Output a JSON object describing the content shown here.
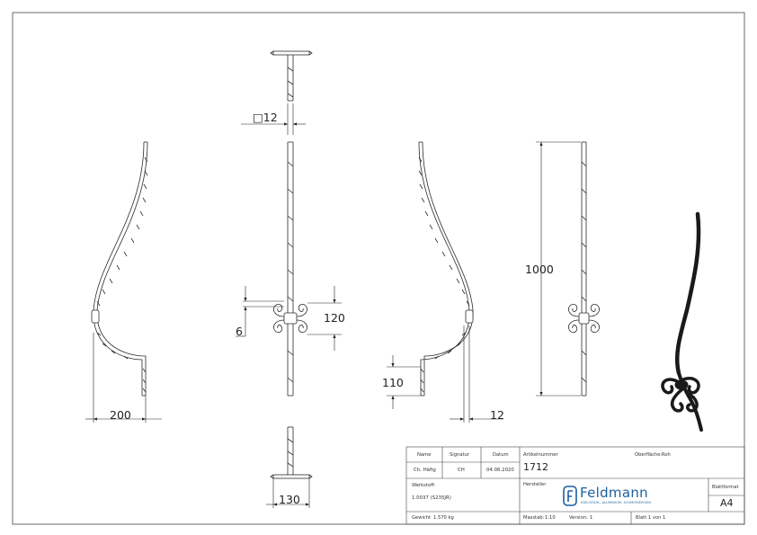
{
  "dimensions": {
    "d12_square": "□12",
    "d1000": "1000",
    "d200": "200",
    "d130": "130",
    "d120": "120",
    "d6": "6",
    "d110": "110",
    "d12": "12"
  },
  "title_block": {
    "col_name": "Name",
    "col_signatur": "Signatur",
    "col_datum": "Datum",
    "name_value": "Ch. Häfig",
    "signatur_value": "CH",
    "datum_value": "04.06.2020",
    "artikelnummer_label": "Artikelnummer",
    "artikelnummer_value": "1712",
    "oberflaeche_label": "Oberfläche:",
    "oberflaeche_value": "Roh",
    "werkstoff_label": "Werkstoff:",
    "werkstoff_value": "1.0037 (S235JR)",
    "hersteller_label": "Hersteller",
    "gewicht_label": "Gewicht",
    "gewicht_value": "1.570 kg",
    "massstab_label": "Masstab:",
    "massstab_value": "1:10",
    "version_label": "Version:",
    "version_value": "1",
    "blatt_text": "Blatt 1 von 1",
    "blattformat_label": "Blattformat",
    "blattformat_value": "A4"
  },
  "logo": {
    "name": "Feldmann",
    "tagline": "EDELSTAHL, ALUMINIUM, SCHMIEDEEISEN"
  },
  "colors": {
    "line": "#2b2b2b",
    "iron": "#1a1a1a",
    "brand": "#1d5f9e"
  }
}
